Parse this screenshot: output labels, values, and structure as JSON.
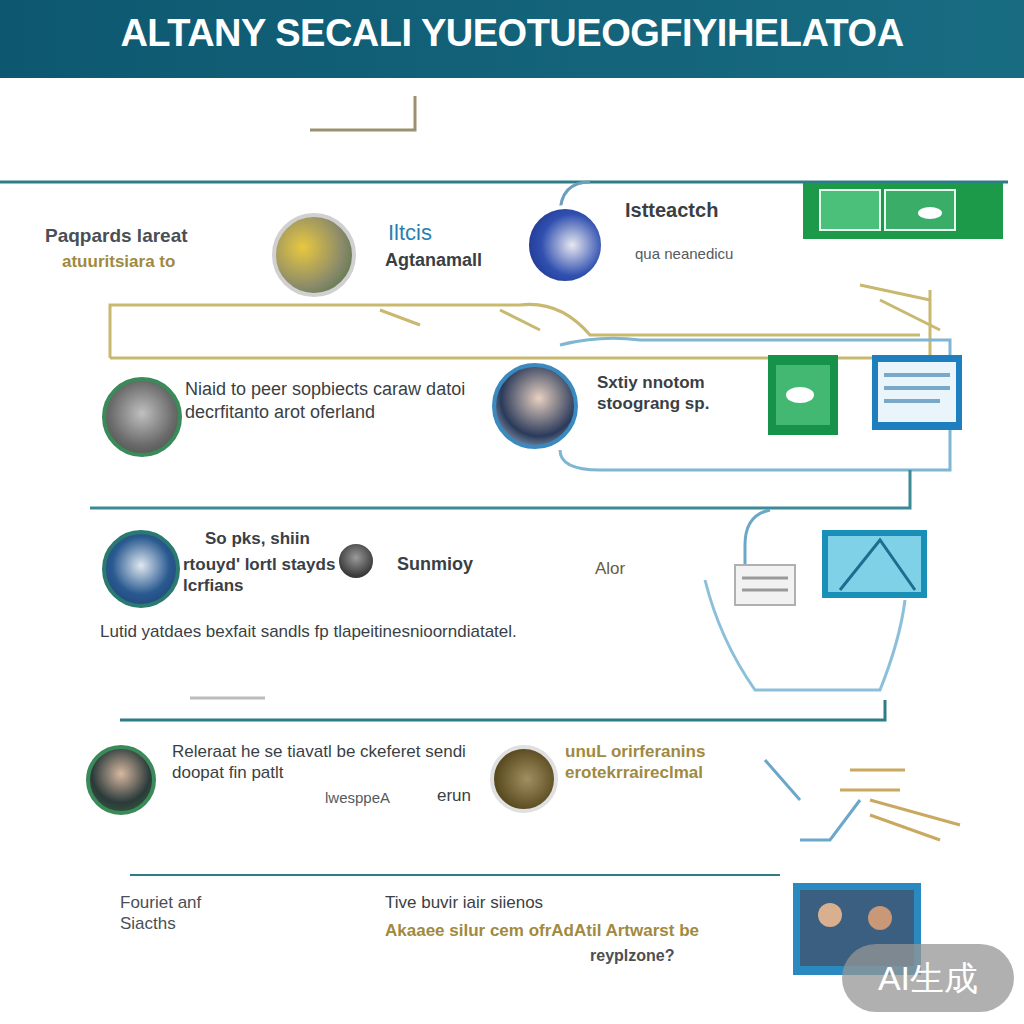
{
  "diagram": {
    "title": "ALTANY SECALI YUEOTUEOGFIYIHELATOA",
    "nodes": [
      {
        "text": [
          "Iltcis",
          "Agtanamall"
        ]
      },
      {
        "text": [
          "Istteactch",
          "qua neanedicu"
        ]
      },
      {
        "text": [
          "Niaid to peer sopbiects caraw datoi decrfitanto arot oferland"
        ]
      },
      {
        "text": [
          "Sxtiy nnotom stoograng sp."
        ]
      },
      {
        "text": [
          "So pks, shiin",
          "rtouyd' lortl stayds lcrfians"
        ]
      },
      {
        "text": [
          "Sunmioy",
          "Alor"
        ]
      },
      {
        "text": [
          "Releraat he se tiavatl be ckeferet sendi doopat fin patlt",
          "lwesppeA"
        ]
      },
      {
        "text": [
          "erun",
          "unuL orirferanins erotekrraireclmal"
        ]
      }
    ],
    "labels": [
      "Paqpards lareat",
      "atuuritsiara to",
      "Lutid yatdaes bexfait sandls fp tlapeitinesnioorndiatatel.",
      "Fouriet anf Siacths",
      "Tive buvir iair siienos",
      "Akaaee silur cem ofrAdAtil Artwarst be",
      "reyplzone?",
      "AI生成"
    ]
  }
}
